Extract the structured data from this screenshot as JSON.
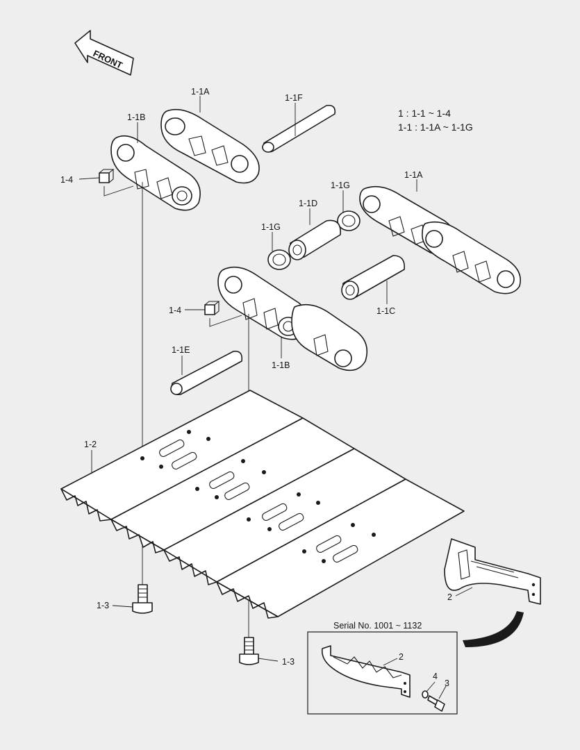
{
  "front_arrow": "FRONT",
  "notes": [
    "1 : 1-1 ~ 1-4",
    "1-1 : 1-1A ~ 1-1G"
  ],
  "inset_title": "Serial No. 1001 ~ 1132",
  "labels": {
    "l_1_1A_top": "1-1A",
    "l_1_1F": "1-1F",
    "l_1_1B_top": "1-1B",
    "l_1_4_top": "1-4",
    "l_1_1A_right": "1-1A",
    "l_1_1G_top": "1-1G",
    "l_1_1D": "1-1D",
    "l_1_1G_left": "1-1G",
    "l_1_4_mid": "1-4",
    "l_1_1C": "1-1C",
    "l_1_1E": "1-1E",
    "l_1_1B_mid": "1-1B",
    "l_1_2": "1-2",
    "l_2_main": "2",
    "l_1_3_left": "1-3",
    "l_1_3_bottom": "1-3",
    "l_2_inset": "2",
    "l_4_inset": "4",
    "l_3_inset": "3"
  }
}
